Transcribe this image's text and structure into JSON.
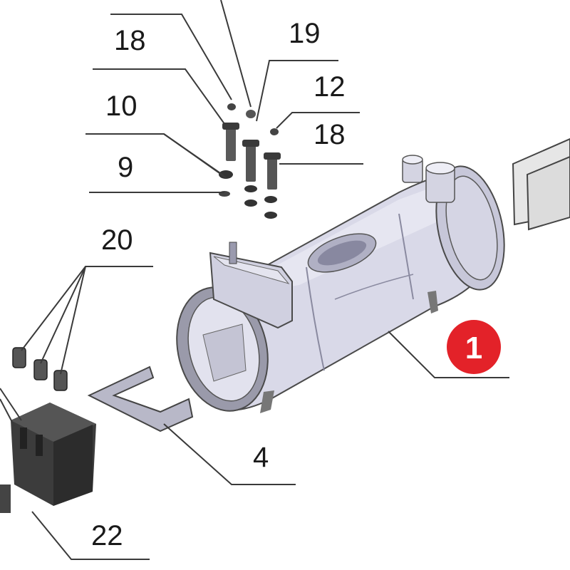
{
  "callouts": {
    "c18a": "18",
    "c19": "19",
    "c12": "12",
    "c10": "10",
    "c18b": "18",
    "c9": "9",
    "c20": "20",
    "c4": "4",
    "c22": "22"
  },
  "badge": {
    "label": "1",
    "color": "#e32229"
  },
  "colors": {
    "housing": "#d8d8e8",
    "housing_dark": "#b8b8cc",
    "line": "#3a3a3a",
    "block": "#3c3c3c"
  }
}
